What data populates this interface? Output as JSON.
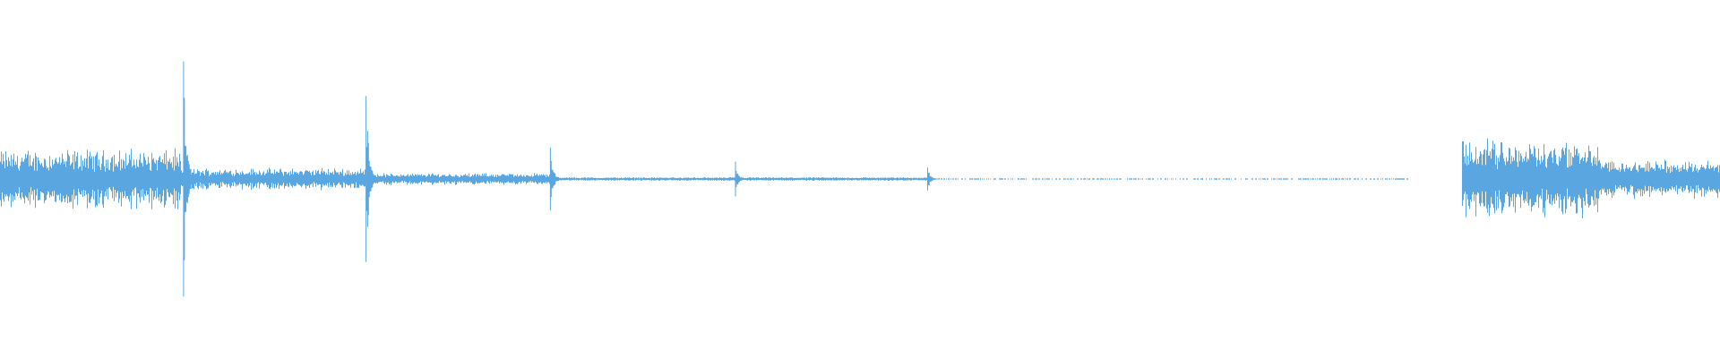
{
  "colors": {
    "waveform": "#5aa6e0",
    "background": "#ffffff"
  },
  "waveform": {
    "segments": [
      {
        "from": 0.0,
        "to": 0.105,
        "amplitude": 0.12,
        "variation": 0.45
      },
      {
        "from": 0.105,
        "to": 0.212,
        "amplitude": 0.045,
        "variation": 0.4
      },
      {
        "from": 0.212,
        "to": 0.32,
        "amplitude": 0.025,
        "variation": 0.35
      },
      {
        "from": 0.32,
        "to": 0.54,
        "amplitude": 0.008,
        "variation": 0.3
      },
      {
        "from": 0.54,
        "to": 0.82,
        "amplitude": 0.003,
        "variation": 0.5
      },
      {
        "from": 0.82,
        "to": 0.85,
        "amplitude": 0.0,
        "variation": 0.0
      },
      {
        "from": 0.85,
        "to": 0.93,
        "amplitude": 0.16,
        "variation": 0.45
      },
      {
        "from": 0.93,
        "to": 1.0,
        "amplitude": 0.08,
        "variation": 0.35
      }
    ],
    "spikes": [
      {
        "position": 0.1067,
        "amplitude": 0.82
      },
      {
        "position": 0.2128,
        "amplitude": 0.58
      },
      {
        "position": 0.32,
        "amplitude": 0.22
      },
      {
        "position": 0.4276,
        "amplitude": 0.12
      },
      {
        "position": 0.5393,
        "amplitude": 0.08
      }
    ]
  }
}
